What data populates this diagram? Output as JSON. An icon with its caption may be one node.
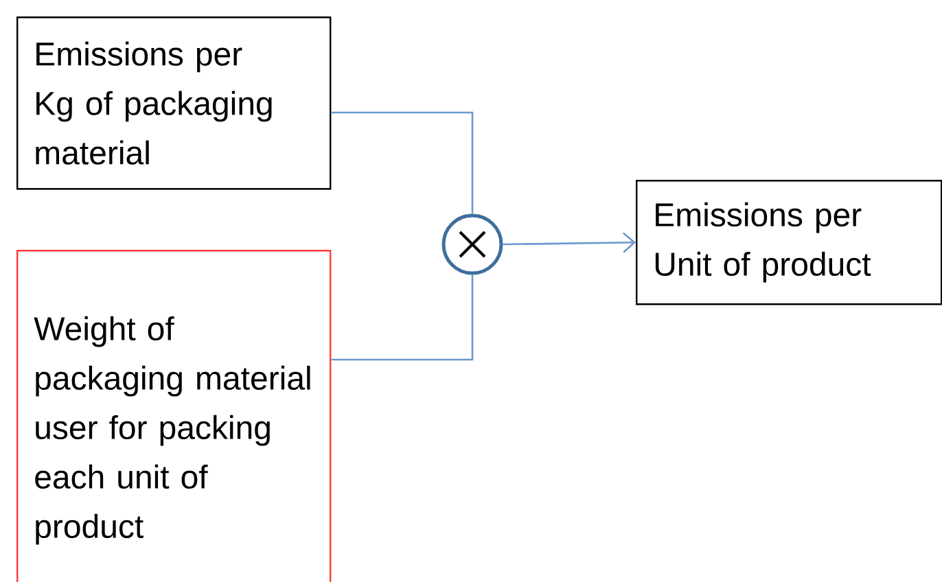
{
  "diagram": {
    "nodes": [
      {
        "text": [
          "Emissions per Kg of packaging material"
        ]
      },
      {
        "text": [
          "Weight of packaging material user for packing each unit of product"
        ]
      },
      {
        "text": [],
        "shape": "circle"
      },
      {
        "text": [
          "Emissions per Unit of product"
        ]
      }
    ],
    "edges": [
      {
        "from": 0,
        "to": 2,
        "arrow": "none"
      },
      {
        "from": 1,
        "to": 2,
        "arrow": "none"
      },
      {
        "from": 2,
        "to": 3,
        "arrow": "to"
      }
    ]
  }
}
